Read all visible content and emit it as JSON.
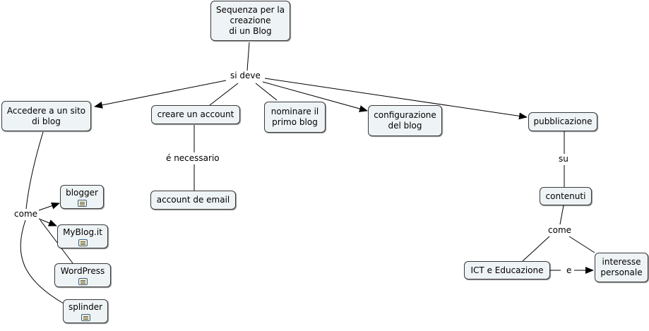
{
  "diagram": {
    "nodes": {
      "root": "Sequenza per la\ncreazione\ndi un Blog",
      "accedere": "Accedere a un sito\ndi blog",
      "creare_account": "creare un account",
      "nominare": "nominare il\nprimo blog",
      "configurazione": "configurazione\ndel blog",
      "pubblicazione": "pubblicazione",
      "account_email": "account de email",
      "blogger": "blogger",
      "myblog": "MyBlog.it",
      "wordpress": "WordPress",
      "splinder": "splinder",
      "contenuti": "contenuti",
      "ict": "ICT e Educazione",
      "interesse": "interesse\npersonale"
    },
    "linking_phrases": {
      "si_deve": "si deve",
      "e_necessario": "é necessario",
      "come_blog": "come",
      "su": "su",
      "come_contenuti": "come",
      "e": "e"
    },
    "resource_icon": "document-icon",
    "colors": {
      "node_fill": "#eef3f5",
      "node_border": "#3a3a3a",
      "line": "#000000"
    }
  }
}
